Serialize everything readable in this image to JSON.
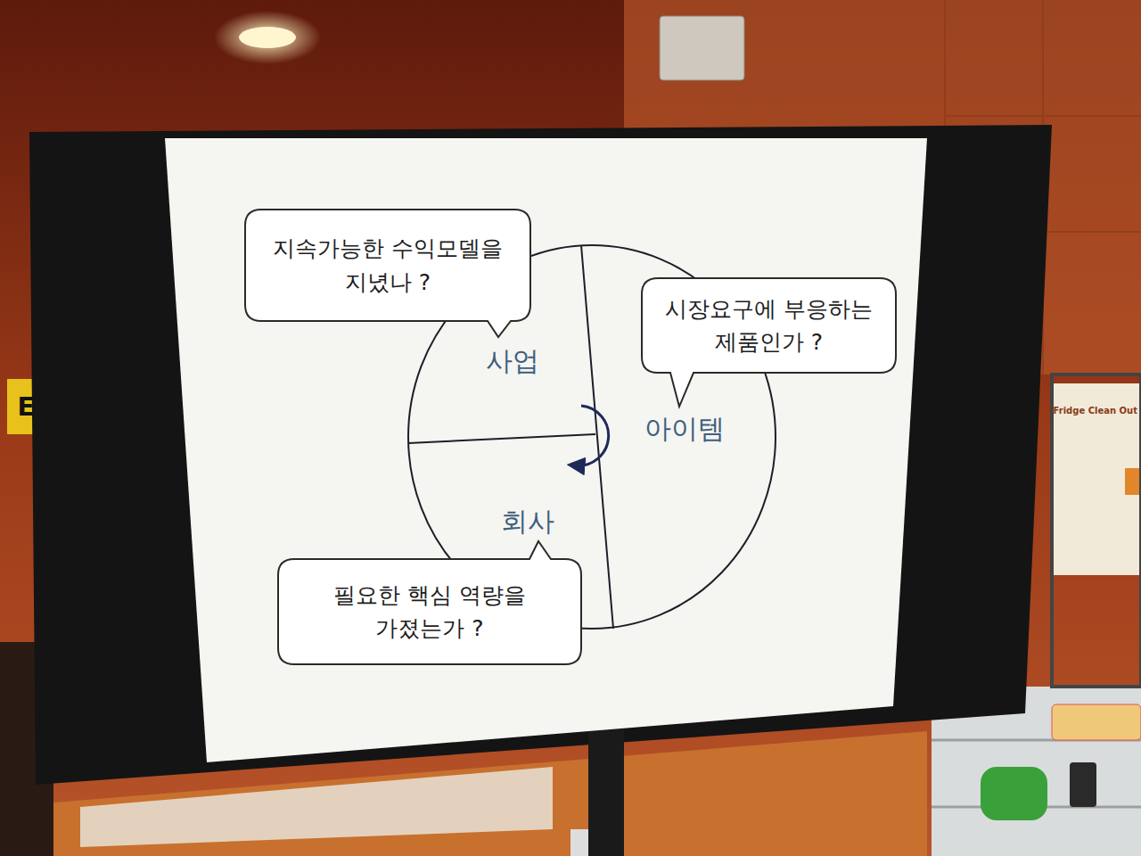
{
  "diagram": {
    "nodes": [
      {
        "text": [
          "지속가능한 수익모델을 지녔나 ?"
        ]
      },
      {
        "text": [
          "시장요구에 부응하는 제품인가 ?"
        ]
      },
      {
        "text": [
          "필요한 핵심 역량을 가졌는가 ?"
        ]
      }
    ],
    "labels": [
      "사업",
      "아이템",
      "회사",
      "E",
      "Fridge Clean Out"
    ]
  }
}
